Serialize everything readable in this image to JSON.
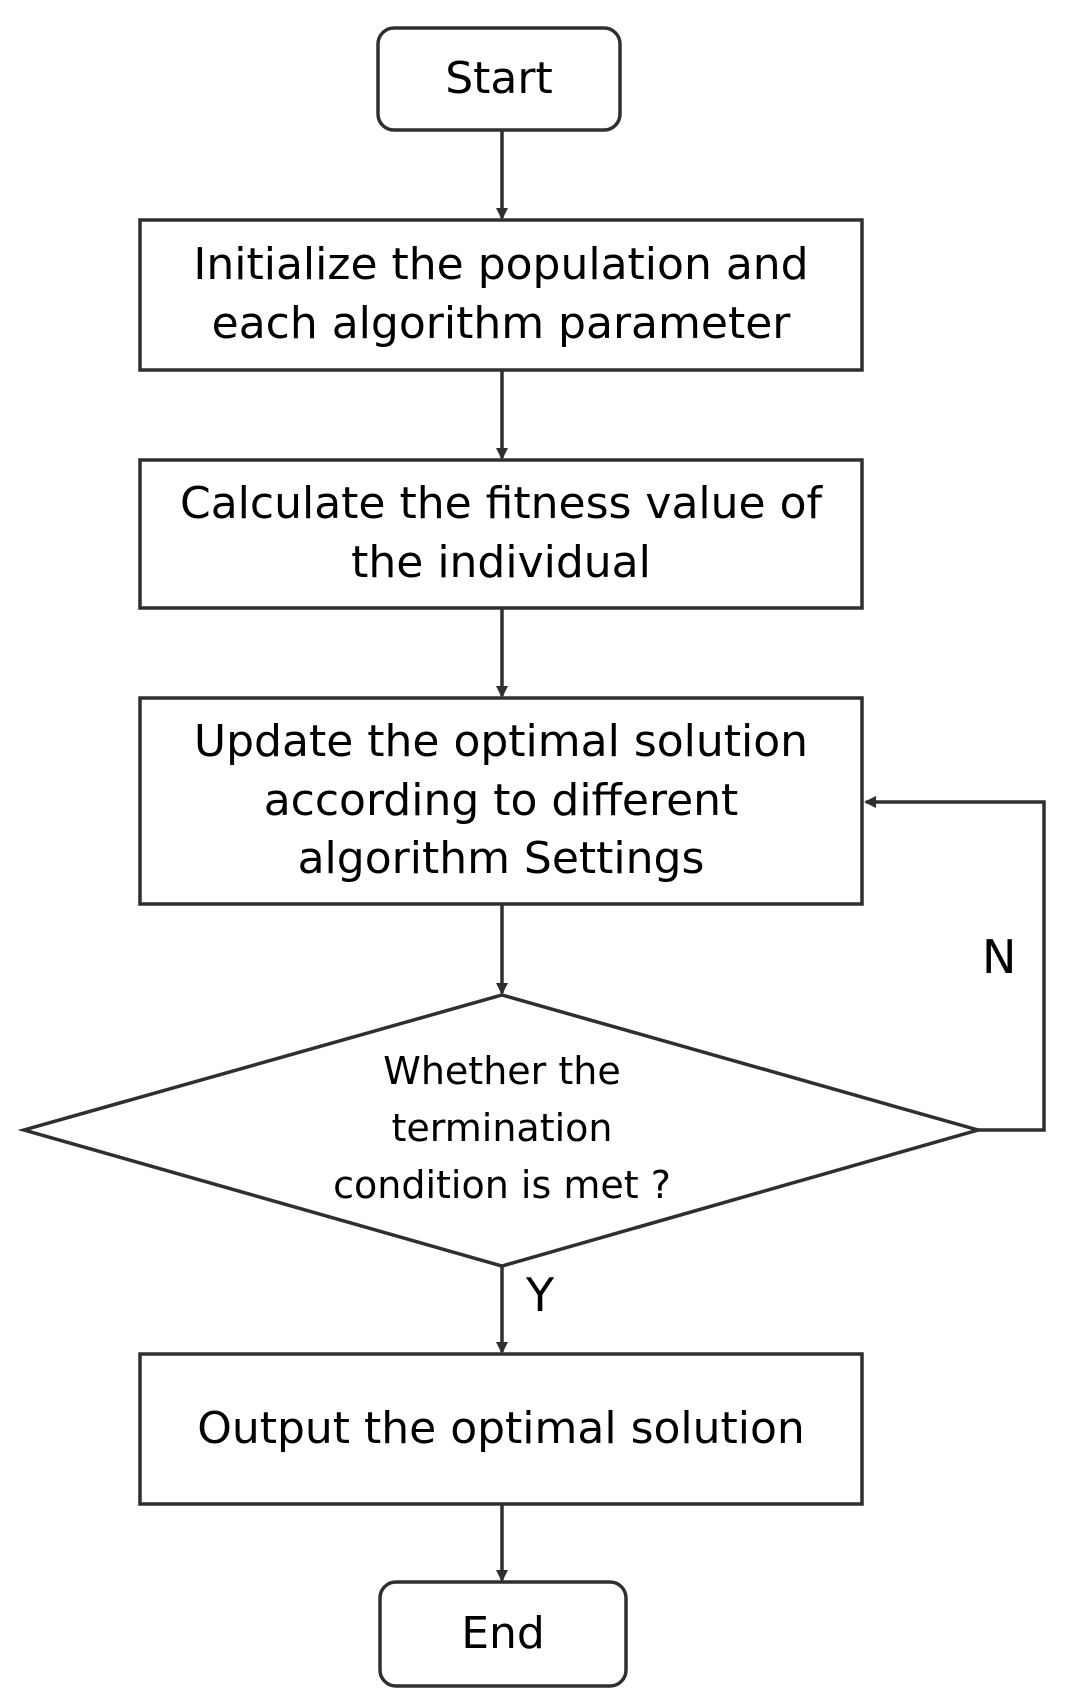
{
  "colors": {
    "stroke": "#2f2f2f",
    "text": "#000000",
    "background": "#ffffff"
  },
  "nodes": {
    "start": {
      "label": "Start"
    },
    "init": {
      "line1": "Initialize the population and",
      "line2": "each algorithm parameter"
    },
    "fitness": {
      "line1": "Calculate the fitness value of",
      "line2": "the individual"
    },
    "update": {
      "line1": "Update the optimal solution",
      "line2": "according to different",
      "line3": "algorithm Settings"
    },
    "decision": {
      "line1": "Whether the",
      "line2": "termination",
      "line3": "condition is met ?"
    },
    "output": {
      "label": "Output the optimal solution"
    },
    "end": {
      "label": "End"
    }
  },
  "edges": {
    "no_label": "N",
    "yes_label": "Y"
  }
}
